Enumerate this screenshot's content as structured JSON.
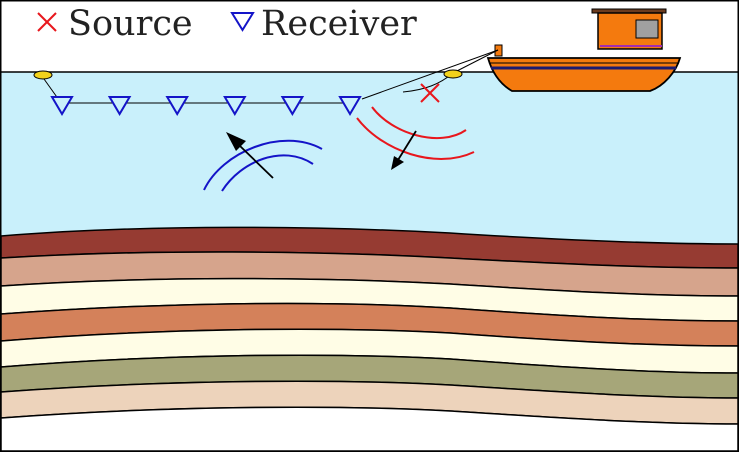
{
  "legend": {
    "source_label": "Source",
    "receiver_label": "Receiver"
  },
  "icons": {
    "source": "cross-icon",
    "receiver": "triangle-down-icon"
  },
  "colors": {
    "water": "#c9f0fb",
    "sky": "#ffffff",
    "source": "#e8171d",
    "receiver": "#1414c8",
    "boat_hull": "#f47a0e",
    "buoy": "#f2d21b",
    "layers": [
      "#963b32",
      "#d6a48c",
      "#fffde6",
      "#d4815a",
      "#fffde6",
      "#a6a679",
      "#edd3bb",
      "#ffffff"
    ]
  },
  "streamer": {
    "receiver_count": 6
  }
}
